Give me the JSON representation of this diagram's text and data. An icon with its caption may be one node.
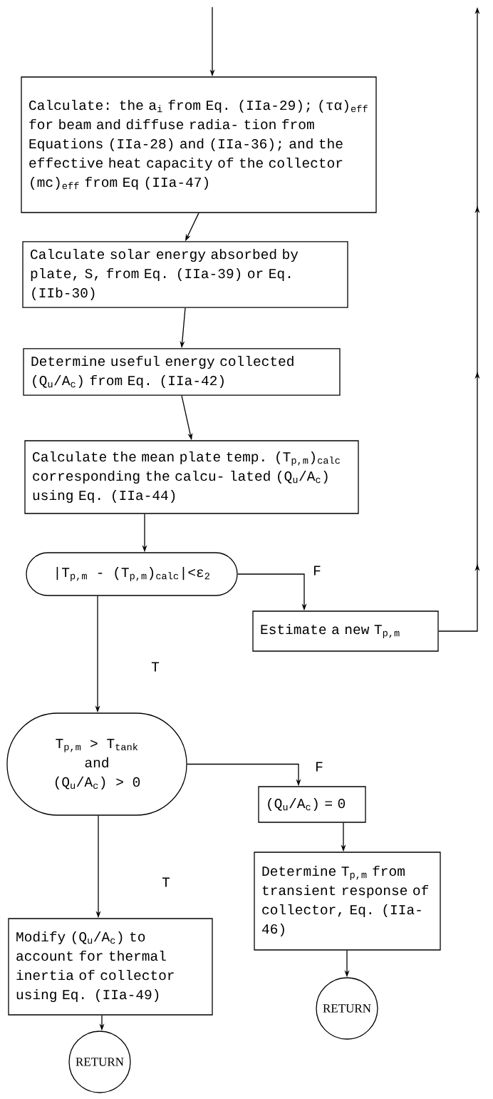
{
  "diagram": {
    "nodes": [
      {
        "text": [
          "Calculate: the a$_{i}$ from Eq. (IIa-29); (τα)$_{eff}$ for beam and diffuse radia- tion from Equations (IIa-28) and (IIa-36); and the effective heat capacity of the collector (mc)$_{eff}$ from Eq (IIa-47)"
        ]
      },
      {
        "text": [
          "Calculate solar energy absorbed by plate, S, from Eq. (IIa-39) or Eq. (IIb-30)"
        ]
      },
      {
        "text": [
          "Determine useful energy collected (Q$_{u}$/A$_{c}$) from Eq. (IIa-42)"
        ]
      },
      {
        "text": [
          "Calculate the mean plate temp. (T$_{p,m}$)$_{calc}$ corresponding the calcu- lated (Q$_{u}$/A$_{c}$) using Eq. (IIa-44)"
        ]
      },
      {
        "text": [
          "|T$_{p,m}$ - (T$_{p,m}$)$_{calc}$|<ε$_{2}$"
        ]
      },
      {
        "text": [
          "Estimate a new T$_{p,m}$"
        ]
      },
      {
        "text": [
          "T$_{p,m}$ > T$_{tank}$",
          "and",
          "(Q$_{u}$/A$_{c}$) > 0"
        ]
      },
      {
        "text": [
          "(Q$_{u}$/A$_{c}$) = 0"
        ]
      },
      {
        "text": [
          "Determine T$_{p,m}$ from transient response of collector, Eq. (IIa-46)"
        ]
      },
      {
        "text": [
          "Modify (Q$_{u}$/A$_{c}$) to account for thermal inertia of collector using Eq. (IIa-49)"
        ]
      },
      {
        "text": [
          "RETURN"
        ]
      },
      {
        "text": [
          "RETURN"
        ]
      }
    ],
    "edges": [
      {
        "from": null,
        "to": 0,
        "arrow": "to"
      },
      {
        "from": 0,
        "to": 1,
        "arrow": "to"
      },
      {
        "from": 1,
        "to": 2,
        "arrow": "to"
      },
      {
        "from": 2,
        "to": 3,
        "arrow": "to"
      },
      {
        "from": 3,
        "to": 4,
        "arrow": "to"
      },
      {
        "from": 4,
        "to": 5,
        "arrow": "to",
        "label": "F"
      },
      {
        "from": 5,
        "to": null,
        "arrow": "to"
      },
      {
        "from": 4,
        "to": 6,
        "arrow": "to",
        "label": "T"
      },
      {
        "from": 6,
        "to": 7,
        "arrow": "to",
        "label": "F"
      },
      {
        "from": 7,
        "to": 8,
        "arrow": "to"
      },
      {
        "from": 8,
        "to": 11,
        "arrow": "to"
      },
      {
        "from": 6,
        "to": 9,
        "arrow": "to",
        "label": "T"
      },
      {
        "from": 9,
        "to": 10,
        "arrow": "to"
      }
    ]
  }
}
